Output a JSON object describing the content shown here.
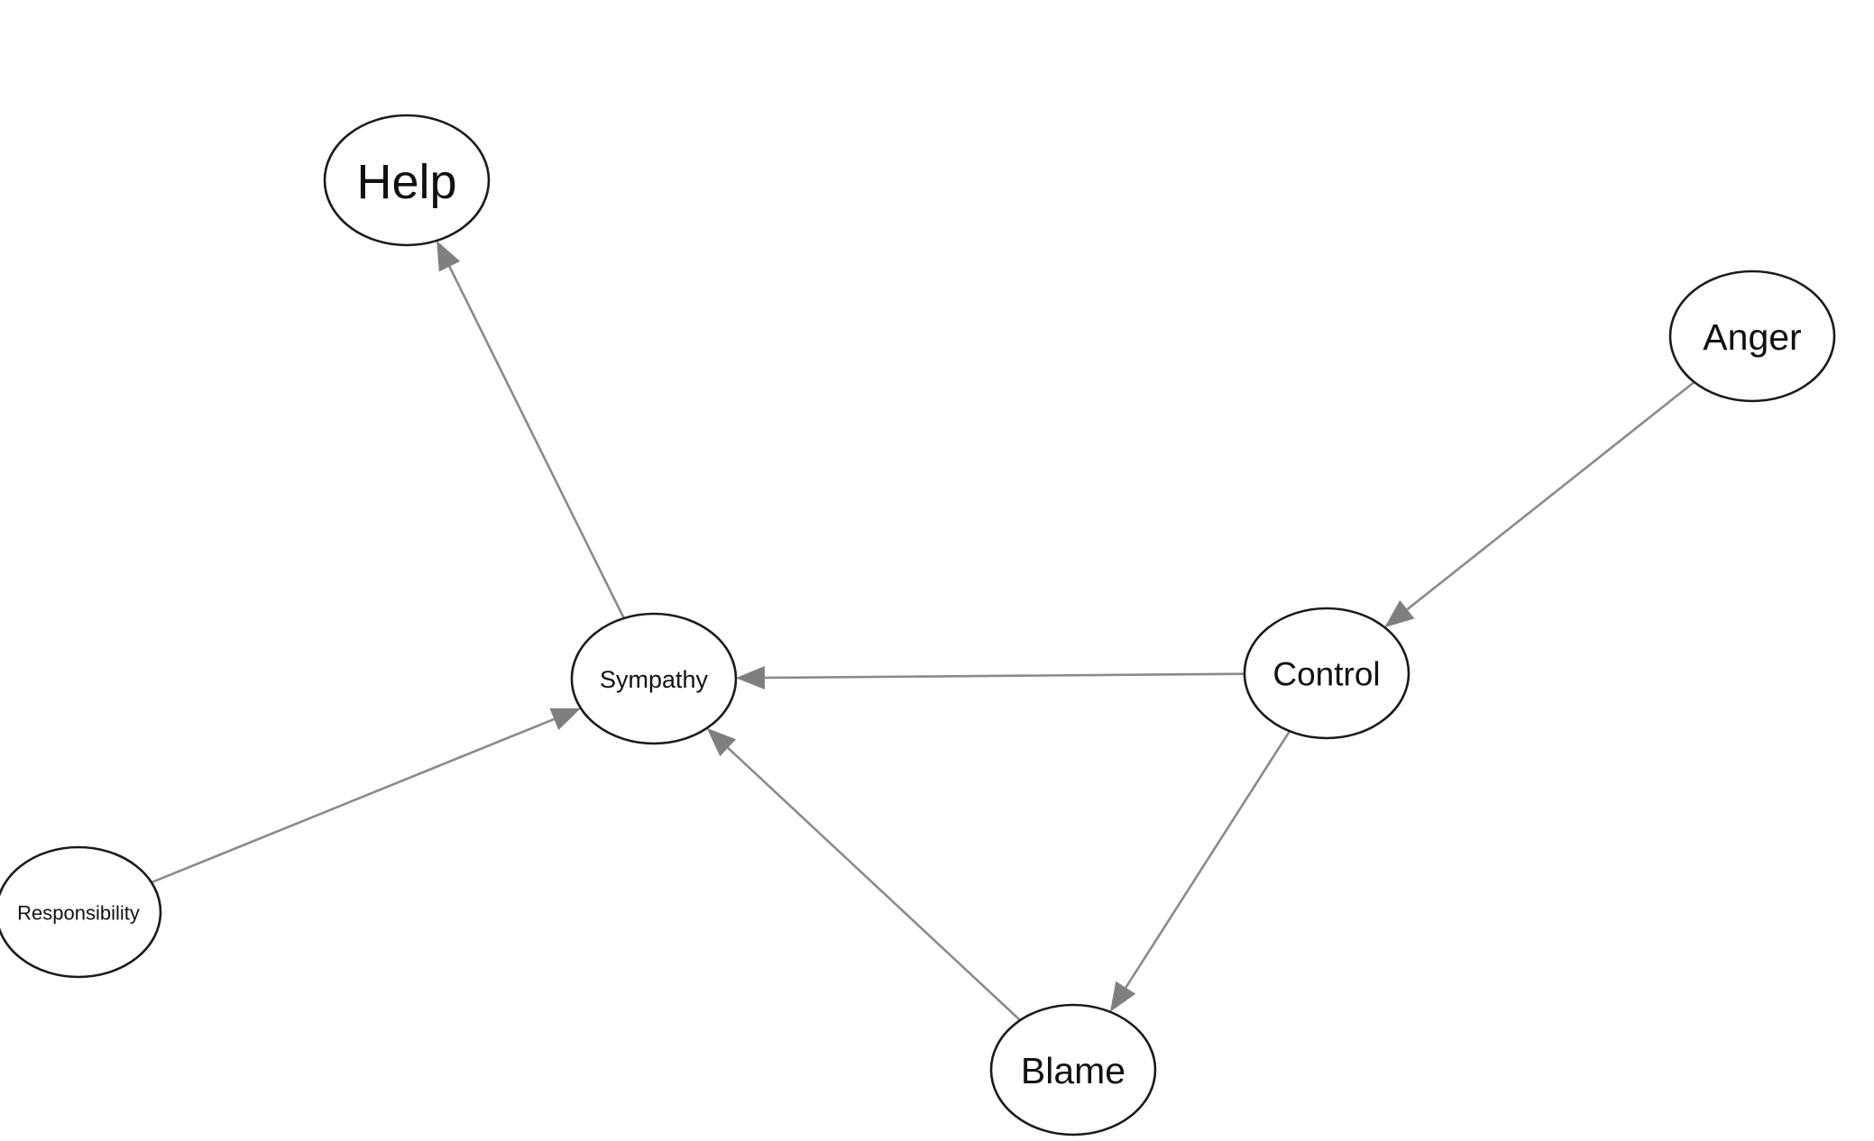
{
  "diagram": {
    "type": "directed-graph",
    "nodes": [
      {
        "id": "help",
        "label": "Help"
      },
      {
        "id": "anger",
        "label": "Anger"
      },
      {
        "id": "sympathy",
        "label": "Sympathy"
      },
      {
        "id": "control",
        "label": "Control"
      },
      {
        "id": "responsibility",
        "label": "Responsibility"
      },
      {
        "id": "blame",
        "label": "Blame"
      }
    ],
    "edges": [
      {
        "from": "sympathy",
        "to": "help"
      },
      {
        "from": "anger",
        "to": "control"
      },
      {
        "from": "control",
        "to": "sympathy"
      },
      {
        "from": "responsibility",
        "to": "sympathy"
      },
      {
        "from": "blame",
        "to": "sympathy"
      },
      {
        "from": "control",
        "to": "blame"
      }
    ],
    "colors": {
      "edge": "#8a8a8a",
      "arrowhead": "#7f7f7f",
      "node_stroke": "#1a1a1a",
      "node_fill": "#ffffff",
      "background": "#ffffff"
    }
  }
}
